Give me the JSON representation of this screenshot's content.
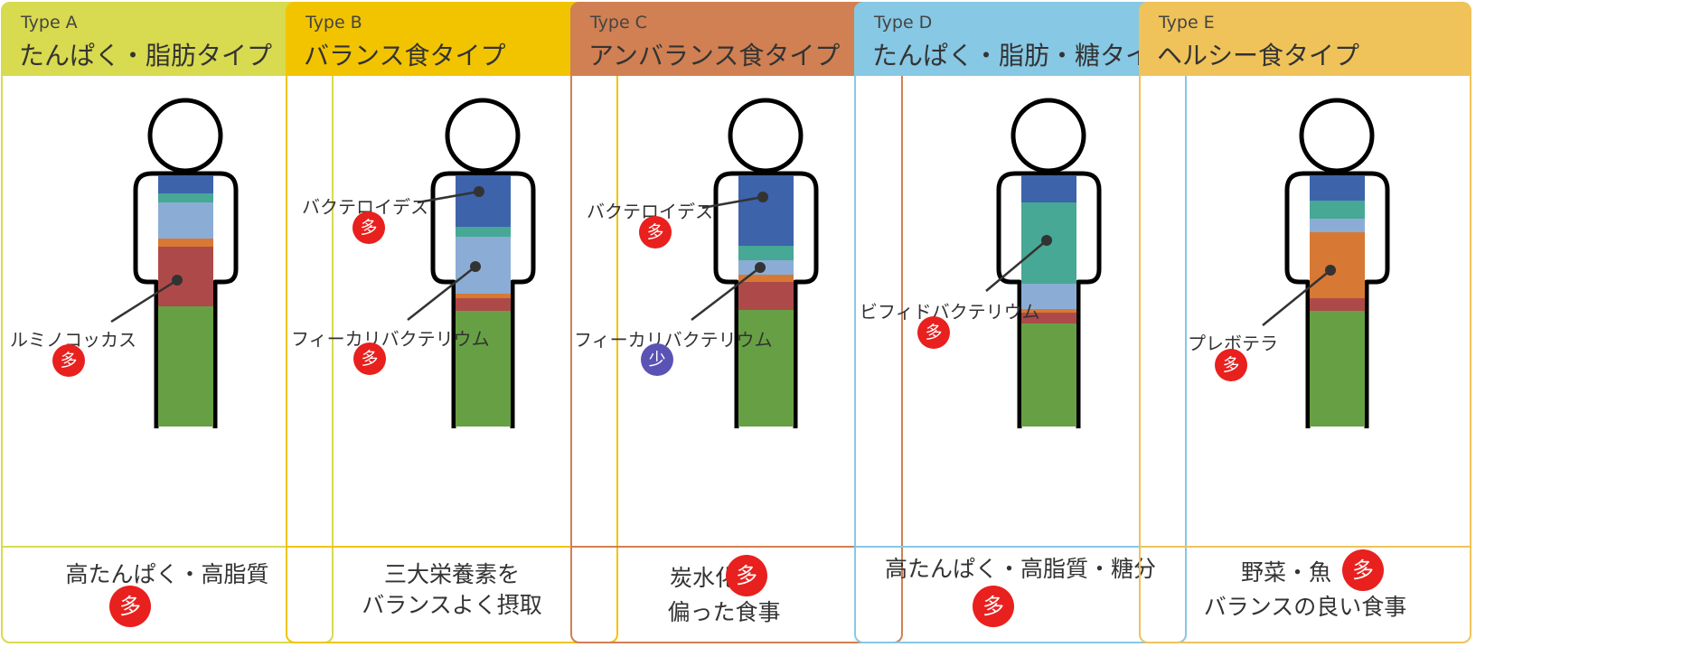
{
  "colors": {
    "header_a": "#d8da4f",
    "header_b": "#f2c400",
    "header_c": "#d08052",
    "header_d": "#87c8e4",
    "header_e": "#efc35a",
    "seg_blue": "#3d63ab",
    "seg_teal": "#46a895",
    "seg_lightblue": "#8badd5",
    "seg_orange": "#d77934",
    "seg_red": "#ad4a49",
    "seg_green": "#67a044",
    "badge_many": "#e8201e",
    "badge_few": "#5b52b6"
  },
  "cards": [
    {
      "type_label": "Type A",
      "title": "たんぱく・脂肪タイプ",
      "annotation": {
        "label": "ルミノコッカス",
        "badge": "多"
      },
      "summary": {
        "line1": "高たんぱく・高脂質",
        "badge": "多"
      }
    },
    {
      "type_label": "Type B",
      "title": "バランス食タイプ",
      "annotations": [
        {
          "label": "バクテロイデス",
          "badge": "多"
        },
        {
          "label": "フィーカリバクテリウム",
          "badge": "多"
        }
      ],
      "summary": {
        "line1": "三大栄養素を",
        "line2": "バランスよく摂取"
      }
    },
    {
      "type_label": "Type C",
      "title": "アンバランス食タイプ",
      "annotations": [
        {
          "label": "バクテロイデス",
          "badge": "多"
        },
        {
          "label": "フィーカリバクテリウム",
          "badge": "少"
        }
      ],
      "summary": {
        "line1": "炭水化物",
        "badge": "多",
        "line2": "偏った食事"
      }
    },
    {
      "type_label": "Type D",
      "title": "たんぱく・脂肪・糖タイプ",
      "annotation": {
        "label": "ビフィドバクテリウム",
        "badge": "多"
      },
      "summary": {
        "line1": "高たんぱく・高脂質・糖分",
        "badge": "多"
      }
    },
    {
      "type_label": "Type E",
      "title": "ヘルシー食タイプ",
      "annotation": {
        "label": "プレボテラ",
        "badge": "多"
      },
      "summary": {
        "line1": "野菜・魚",
        "badge": "多",
        "line2": "バランスの良い食事"
      }
    }
  ]
}
